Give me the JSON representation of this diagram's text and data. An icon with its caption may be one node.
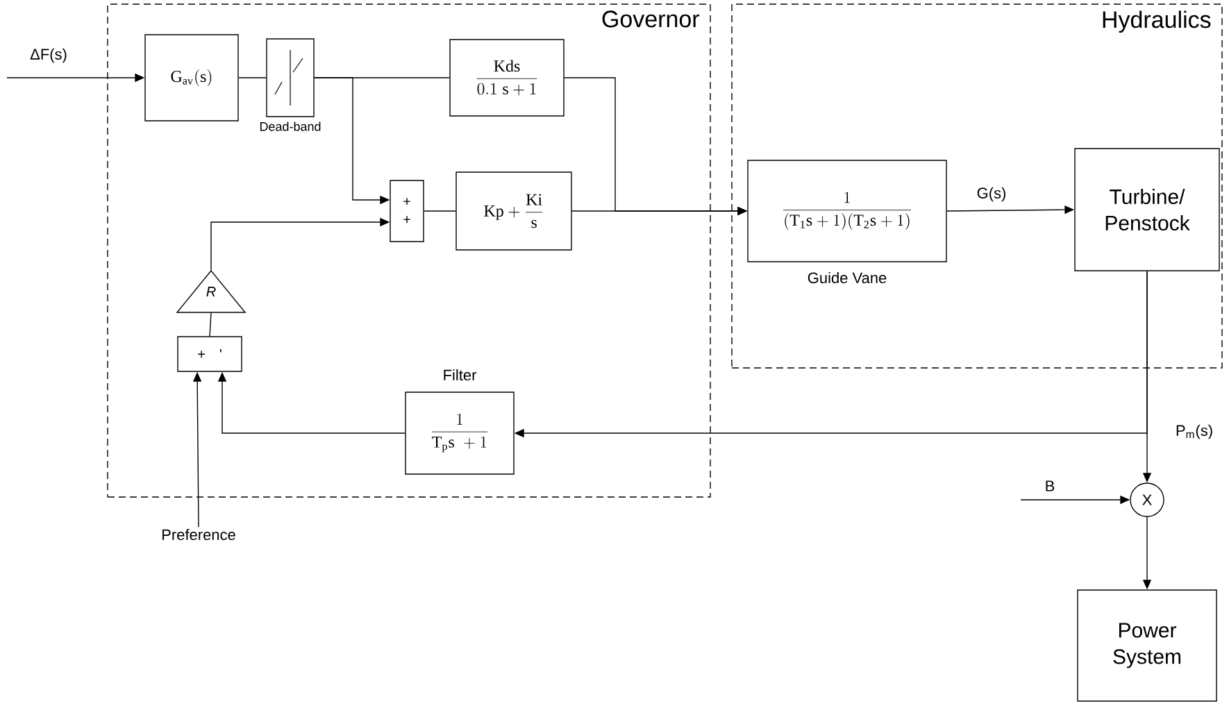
{
  "diagram": {
    "nodes": [
      {
        "text": [
          "Governor"
        ]
      },
      {
        "text": [
          "Hydraulics"
        ]
      },
      {
        "text": [
          "\\mathrm{G}_{\\mathrm{av}}(\\mathrm{s})"
        ],
        "in": 0
      },
      {
        "text": [],
        "shape": "box",
        "beside": [
          "Dead-band"
        ],
        "in": 0
      },
      {
        "text": [
          "\\frac{\\mathrm{Kds}}{0.1\\ \\mathrm{s}+1}"
        ],
        "in": 0
      },
      {
        "text": [
          "+",
          "+"
        ],
        "in": 0
      },
      {
        "text": [
          "\\mathrm{Kp}+\\frac{\\mathrm{Ki}}{\\mathrm{s}}"
        ],
        "in": 0
      },
      {
        "text": [
          "R"
        ],
        "in": 0
      },
      {
        "text": [
          "+",
          "'"
        ],
        "in": 0
      },
      {
        "text": [
          "\\frac{1}{\\mathrm{T_{p}s}\\ +1}"
        ],
        "beside": [
          "Filter"
        ],
        "in": 0
      },
      {
        "text": [
          "\\frac{1}{(\\mathrm{T_{1}s}+1)(\\mathrm{T_{2}s}+1)}"
        ],
        "beside": [
          "Guide Vane"
        ],
        "in": 1
      },
      {
        "text": [
          "Turbine/ Penstock"
        ],
        "in": 1
      },
      {
        "text": [
          "X"
        ]
      },
      {
        "text": [
          "Power System"
        ]
      },
      {
        "text": [
          "Preference"
        ]
      }
    ],
    "edges": [
      {
        "from": null,
        "to": 2,
        "arrow": "to",
        "label": "ΔF(s)"
      },
      {
        "from": 2,
        "to": 3,
        "arrow": "none"
      },
      {
        "from": 3,
        "to": 4,
        "arrow": "none"
      },
      {
        "from": 3,
        "to": 5,
        "arrow": "to"
      },
      {
        "from": 7,
        "to": 5,
        "arrow": "to"
      },
      {
        "from": 5,
        "to": 6,
        "arrow": "none"
      },
      {
        "from": 4,
        "to": 10,
        "arrow": "to"
      },
      {
        "from": 6,
        "to": 10,
        "arrow": "to"
      },
      {
        "from": 10,
        "to": 11,
        "arrow": "to",
        "label": "G(s)"
      },
      {
        "from": 11,
        "to": 12,
        "arrow": "to",
        "label": "P$_{m}$(s)"
      },
      {
        "from": 11,
        "to": 9,
        "arrow": "to"
      },
      {
        "from": 9,
        "to": 8,
        "arrow": "to"
      },
      {
        "from": 14,
        "to": 8,
        "arrow": "to"
      },
      {
        "from": 8,
        "to": 7,
        "arrow": "none"
      },
      {
        "from": null,
        "to": 12,
        "arrow": "to",
        "label": "B"
      },
      {
        "from": 12,
        "to": 13,
        "arrow": "to"
      }
    ]
  }
}
